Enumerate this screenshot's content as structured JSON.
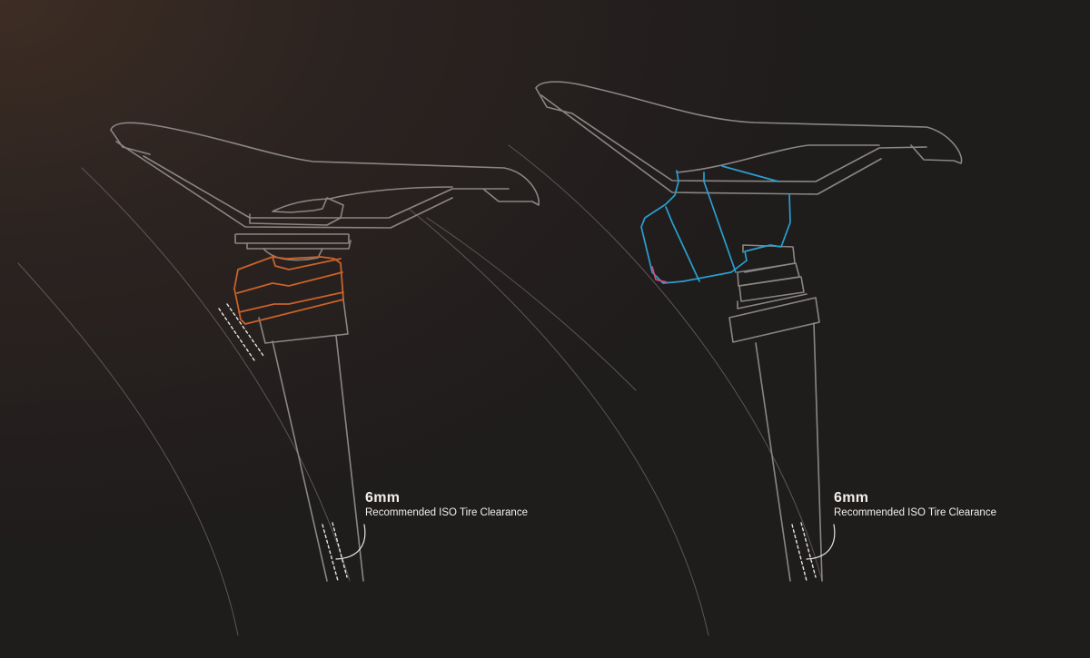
{
  "diagrams": [
    {
      "clearance_value": "6mm",
      "clearance_caption": "Recommended ISO Tire Clearance",
      "highlight_color": "#c9622a"
    },
    {
      "clearance_value": "6mm",
      "clearance_caption": "Recommended ISO Tire Clearance",
      "highlight_color": "#2a9fd0",
      "accent_color": "#d04a7a"
    }
  ],
  "line_color": "#8a8684"
}
